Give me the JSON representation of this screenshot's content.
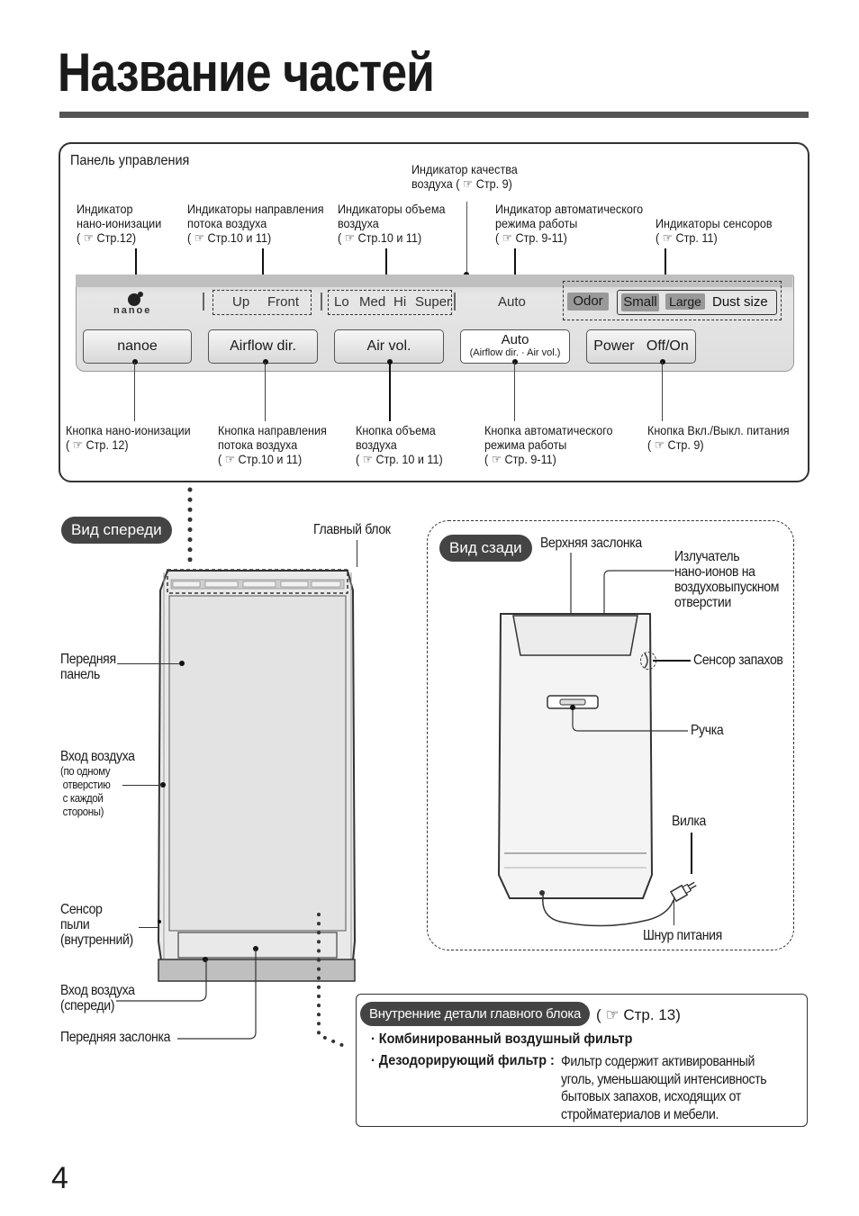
{
  "page_title": "Название частей",
  "page_number": "4",
  "control_panel": {
    "heading": "Панель управления",
    "top_labels": {
      "nanoe_indicator": [
        "Индикатор",
        "нано-ионизации",
        "( ☞ Стр.12)"
      ],
      "airflow_indicators": [
        "Индикаторы направления",
        "потока воздуха",
        "( ☞ Стр.10 и 11)"
      ],
      "volume_indicators": [
        "Индикаторы объема",
        "воздуха",
        "( ☞ Стр.10 и 11)"
      ],
      "air_quality": [
        "Индикатор качества",
        "воздуха ( ☞ Стр. 9)"
      ],
      "auto_indicator": [
        "Индикатор автоматического",
        "режима работы",
        "( ☞ Стр. 9-11)"
      ],
      "sensor_indicators": [
        "Индикаторы сенсоров",
        "( ☞ Стр. 11)"
      ]
    },
    "panel_indicators": {
      "nanoe_logo": "nanoe",
      "up": "Up",
      "front": "Front",
      "lo": "Lo",
      "med": "Med",
      "hi": "Hi",
      "super": "Super",
      "auto": "Auto",
      "odor": "Odor",
      "small": "Small",
      "large": "Large",
      "dust_size": "Dust size"
    },
    "buttons": {
      "nanoe": "nanoe",
      "airflow": "Airflow dir.",
      "air_vol": "Air vol.",
      "auto": "Auto",
      "auto_sub": "(Airflow dir. · Air vol.)",
      "power": "Power   Off/On"
    },
    "bottom_labels": {
      "nanoe_button": [
        "Кнопка нано-ионизации",
        "( ☞ Стр. 12)"
      ],
      "airflow_button": [
        "Кнопка направления",
        "потока воздуха",
        "( ☞ Стр.10 и 11)"
      ],
      "volume_button": [
        "Кнопка объема",
        "воздуха",
        "( ☞ Стр. 10 и 11)"
      ],
      "auto_button": [
        "Кнопка автоматического",
        "режима работы",
        "( ☞ Стр. 9-11)"
      ],
      "power_button": [
        "Кнопка Вкл./Выкл. питания",
        "( ☞ Стр. 9)"
      ]
    }
  },
  "front_view": {
    "badge": "Вид спереди",
    "main_unit": "Главный блок",
    "front_panel": [
      "Передняя",
      "панель"
    ],
    "air_inlet_side": [
      "Вход воздуха",
      "(по одному",
      "отверстию",
      "с каждой",
      "стороны)"
    ],
    "dust_sensor": [
      "Сенсор",
      "пыли",
      "(внутренний)"
    ],
    "air_inlet_front": [
      "Вход воздуха",
      "(спереди)"
    ],
    "front_flap": "Передняя заслонка"
  },
  "rear_view": {
    "badge": "Вид сзади",
    "top_flap": "Верхняя заслонка",
    "emitter": [
      "Излучатель",
      "нано-ионов на",
      "воздуховыпускном",
      "отверстии"
    ],
    "odor_sensor": "Сенсор запахов",
    "handle": "Ручка",
    "plug": "Вилка",
    "cord": "Шнур питания"
  },
  "internal": {
    "badge": "Внутренние детали главного блока",
    "ref": "( ☞ Стр. 13)",
    "item1": "· Комбинированный воздушный фильтр",
    "item2": "· Дезодорирующий фильтр :",
    "item2_desc": [
      "Фильтр содержит активированный",
      "уголь, уменьшающий интенсивность",
      "бытовых запахов, исходящих от",
      "стройматериалов и мебели."
    ]
  }
}
